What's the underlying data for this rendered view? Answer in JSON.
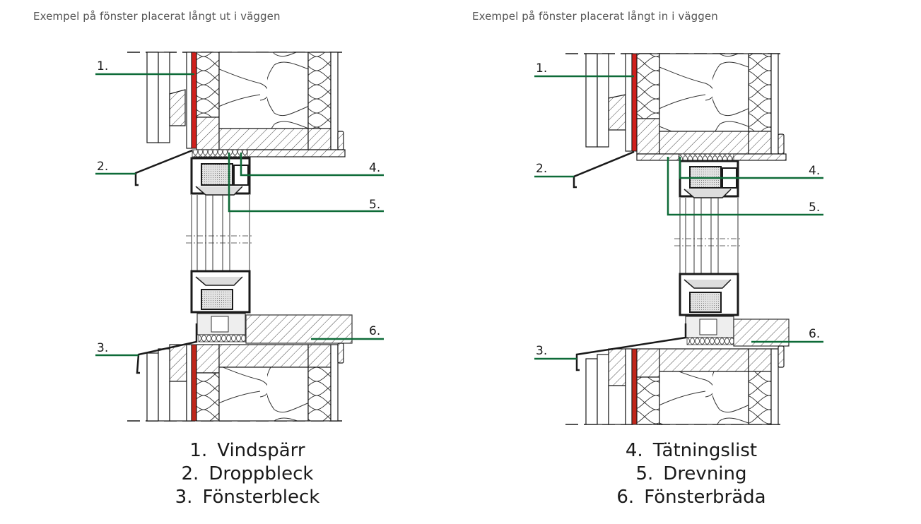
{
  "captions": {
    "left": "Exempel på fönster placerat långt ut i väggen",
    "right": "Exempel på fönster placerat långt in i väggen"
  },
  "callout_labels": [
    "1.",
    "2.",
    "3.",
    "4.",
    "5.",
    "6."
  ],
  "legend": {
    "left": [
      {
        "num": "1.",
        "label": "Vindspärr"
      },
      {
        "num": "2.",
        "label": "Droppbleck"
      },
      {
        "num": "3.",
        "label": "Fönsterbleck"
      }
    ],
    "right": [
      {
        "num": "4.",
        "label": "Tätningslist"
      },
      {
        "num": "5.",
        "label": "Drevning"
      },
      {
        "num": "6.",
        "label": "Fönsterbräda"
      }
    ]
  },
  "colors": {
    "leader_line": "#0e6b38",
    "wind_barrier": "#d0201c",
    "outline": "#1a1a1a"
  }
}
